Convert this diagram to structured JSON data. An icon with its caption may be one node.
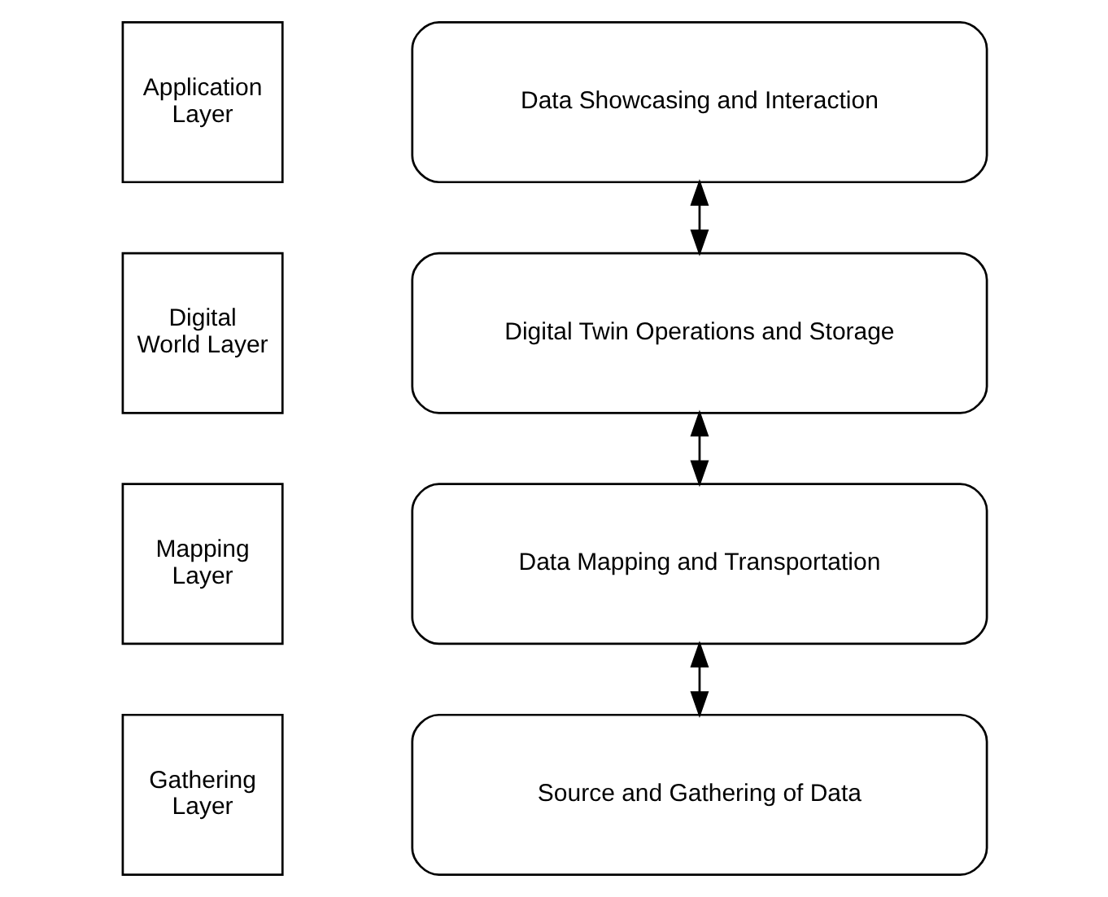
{
  "diagram": {
    "nodes": [
      {
        "text": [
          "Application Layer"
        ]
      },
      {
        "text": [
          "Data Showcasing and Interaction"
        ]
      },
      {
        "text": [
          "Digital World Layer"
        ]
      },
      {
        "text": [
          "Digital Twin Operations and Storage"
        ]
      },
      {
        "text": [
          "Mapping Layer"
        ]
      },
      {
        "text": [
          "Data Mapping and Transportation"
        ]
      },
      {
        "text": [
          "Gathering Layer"
        ]
      },
      {
        "text": [
          "Source and Gathering of Data"
        ]
      }
    ],
    "edges": [
      {
        "from": 1,
        "to": 3,
        "arrow": "both"
      },
      {
        "from": 3,
        "to": 5,
        "arrow": "both"
      },
      {
        "from": 5,
        "to": 7,
        "arrow": "both"
      }
    ]
  }
}
